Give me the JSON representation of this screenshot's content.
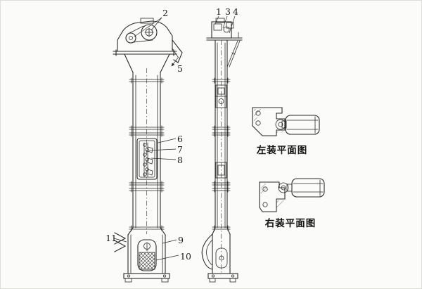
{
  "diagram": {
    "callouts": {
      "n1": "1",
      "n2": "2",
      "n3": "3",
      "n4": "4",
      "n5": "5",
      "n6": "6",
      "n7": "7",
      "n8": "8",
      "n9": "9",
      "n10": "10",
      "n11": "11"
    },
    "captions": {
      "left_plan": "左装平面图",
      "right_plan": "右装平面图"
    },
    "colors": {
      "line": "#2a2a2a",
      "background": "#fbfbf9"
    }
  }
}
